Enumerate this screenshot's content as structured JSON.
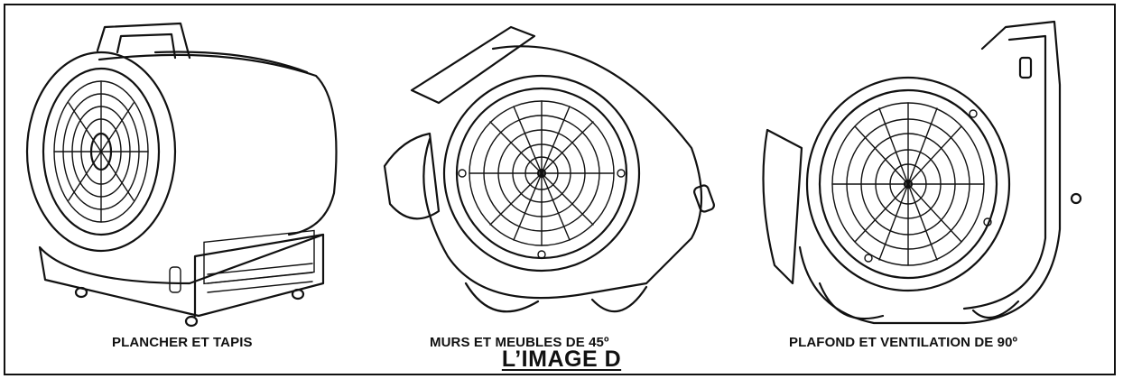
{
  "figures": [
    {
      "caption": "PLANCHER ET TAPIS"
    },
    {
      "caption": "MURS ET MEUBLES DE 45º"
    },
    {
      "caption": "PLAFOND ET VENTILATION DE 90º"
    }
  ],
  "title": "L’IMAGE D"
}
